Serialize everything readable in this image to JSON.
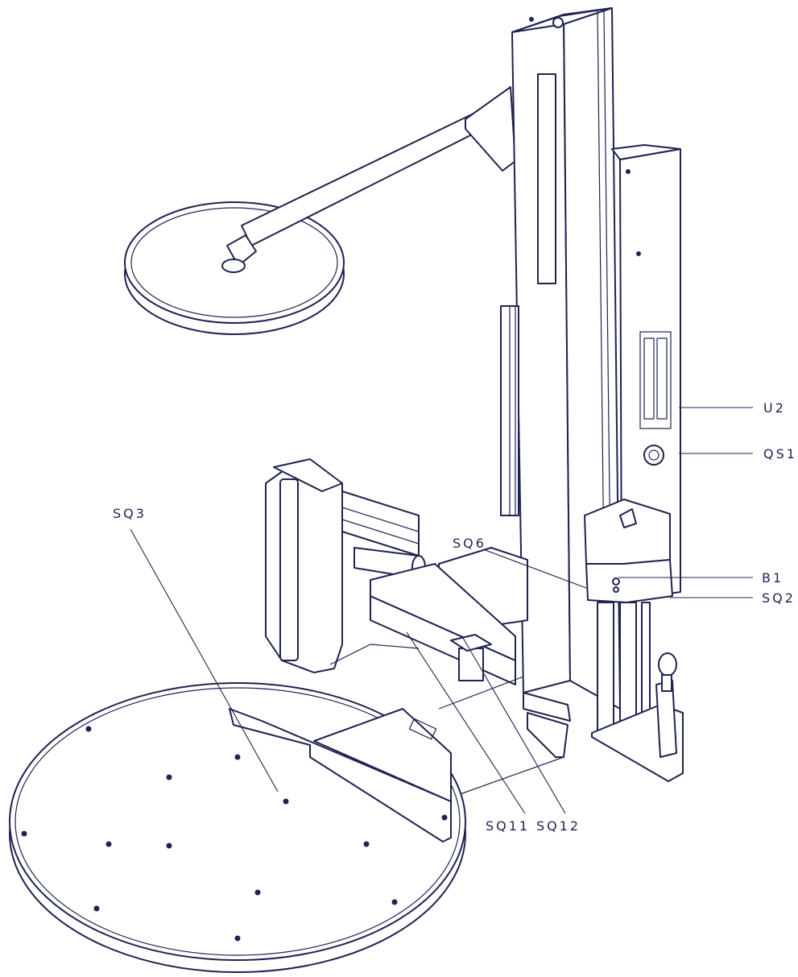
{
  "diagram": {
    "labels": {
      "u2": "U2",
      "qs1": "QS1",
      "sq3": "SQ3",
      "sq6": "SQ6",
      "b1": "B1",
      "sq2": "SQ2",
      "sq11": "SQ11",
      "sq12": "SQ12"
    },
    "colors": {
      "line": "#1f2350",
      "background": "#ffffff"
    }
  }
}
